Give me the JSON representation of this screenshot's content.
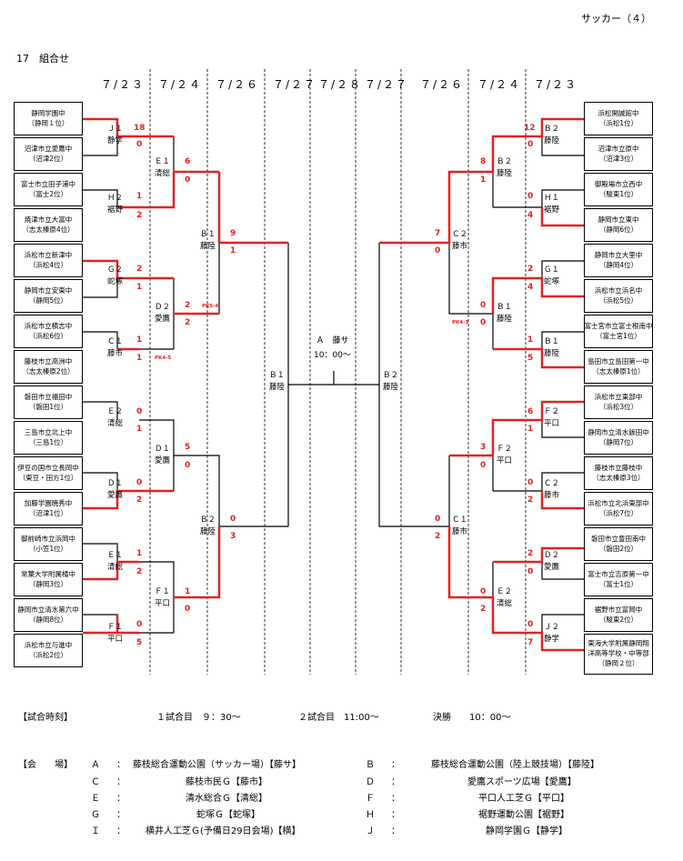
{
  "page": {
    "header_right": "サッカー（４）",
    "section_title": "17　組合せ"
  },
  "dates": [
    "７/２３",
    "７/２４",
    "７/２６",
    "７/２７",
    "７/２８",
    "７/２７",
    "７/２６",
    "７/２４",
    "７/２３"
  ],
  "left_teams": [
    {
      "name": "静岡学園中",
      "sub": "（静岡１位）"
    },
    {
      "name": "沼津市立愛鷹中",
      "sub": "（沼津2位）"
    },
    {
      "name": "富士市立田子浦中",
      "sub": "（富士2位）"
    },
    {
      "name": "焼津市立大富中",
      "sub": "（志太榛原4位）"
    },
    {
      "name": "浜松市立新津中",
      "sub": "（浜松4位）"
    },
    {
      "name": "静岡市立安東中",
      "sub": "（静岡5位）"
    },
    {
      "name": "浜松市立積志中",
      "sub": "（浜松6位）"
    },
    {
      "name": "藤枝市立高洲中",
      "sub": "（志太榛原2位）"
    },
    {
      "name": "磐田市立福田中",
      "sub": "（磐田1位）"
    },
    {
      "name": "三島市立北上中",
      "sub": "（三島1位）"
    },
    {
      "name": "伊豆の国市立長岡中",
      "sub": "（東豆・田方1位）"
    },
    {
      "name": "加藤学園暁秀中",
      "sub": "（沼津1位）"
    },
    {
      "name": "御前崎市立浜岡中",
      "sub": "（小笠1位）"
    },
    {
      "name": "常葉大学附属橘中",
      "sub": "（静岡3位）"
    },
    {
      "name": "静岡市立清水第六中",
      "sub": "（静岡8位）"
    },
    {
      "name": "浜松市立与進中",
      "sub": "（浜松2位）"
    }
  ],
  "right_teams": [
    {
      "name": "浜松開誠館中",
      "sub": "（浜松1位）",
      "extra": ""
    },
    {
      "name": "沼津市立原中",
      "sub": "（沼津3位）",
      "extra": ""
    },
    {
      "name": "御殿場市立西中",
      "sub": "（駿東1位）",
      "extra": ""
    },
    {
      "name": "静岡市立東中",
      "sub": "（静岡6位）",
      "extra": ""
    },
    {
      "name": "静岡市立大里中",
      "sub": "（静岡4位）",
      "extra": ""
    },
    {
      "name": "浜松市立浜名中",
      "sub": "（浜松5位）",
      "extra": ""
    },
    {
      "name": "富士宮市立富士根南中",
      "sub": "（富士宮1位）",
      "extra": ""
    },
    {
      "name": "島田市立島田第一中",
      "sub": "（志太榛原1位）",
      "extra": ""
    },
    {
      "name": "浜松市立東部中",
      "sub": "（浜松3位）",
      "extra": ""
    },
    {
      "name": "静岡市立清水飯田中",
      "sub": "（静岡7位）",
      "extra": ""
    },
    {
      "name": "藤枝市立藤枝中",
      "sub": "（志太榛原3位）",
      "extra": ""
    },
    {
      "name": "浜松市立北浜東部中",
      "sub": "（浜松7位）",
      "extra": ""
    },
    {
      "name": "磐田市立豊田南中",
      "sub": "（磐田2位）",
      "extra": ""
    },
    {
      "name": "富士市立吉原第一中",
      "sub": "（富士1位）",
      "extra": ""
    },
    {
      "name": "裾野市立富岡中",
      "sub": "（駿東2位）",
      "extra": ""
    },
    {
      "name": "東海大学附属静岡翔",
      "sub": "洋高等学校・中等部",
      "extra": "（静岡２位）"
    }
  ],
  "r1_left": [
    {
      "code": "Ｊ１",
      "venue": "静学",
      "s1": "18",
      "s2": "0"
    },
    {
      "code": "Ｈ２",
      "venue": "裾野",
      "s1": "1",
      "s2": "2"
    },
    {
      "code": "Ｇ２",
      "venue": "蛇塚",
      "s1": "2",
      "s2": "1"
    },
    {
      "code": "Ｃ１",
      "venue": "藤市",
      "s1": "1",
      "s2": "1"
    },
    {
      "code": "Ｅ２",
      "venue": "清総",
      "s1": "0",
      "s2": "1"
    },
    {
      "code": "Ｄ１",
      "venue": "愛鷹",
      "s1": "0",
      "s2": "2"
    },
    {
      "code": "Ｅ１",
      "venue": "清総",
      "s1": "1",
      "s2": "2"
    },
    {
      "code": "Ｆ１",
      "venue": "平口",
      "s1": "0",
      "s2": "5"
    }
  ],
  "r1_right": [
    {
      "code": "Ｂ２",
      "venue": "藤陸",
      "s1": "12",
      "s2": "0"
    },
    {
      "code": "Ｈ１",
      "venue": "裾野",
      "s1": "0",
      "s2": "4"
    },
    {
      "code": "Ｇ１",
      "venue": "蛇塚",
      "s1": "2",
      "s2": "4"
    },
    {
      "code": "Ｂ１",
      "venue": "藤陸",
      "s1": "1",
      "s2": "5"
    },
    {
      "code": "Ｆ２",
      "venue": "平口",
      "s1": "6",
      "s2": "1"
    },
    {
      "code": "Ｃ２",
      "venue": "藤市",
      "s1": "0",
      "s2": "2"
    },
    {
      "code": "Ｄ２",
      "venue": "愛鷹",
      "s1": "2",
      "s2": "0"
    },
    {
      "code": "Ｊ２",
      "venue": "静学",
      "s1": "0",
      "s2": "7"
    }
  ],
  "r2_left": [
    {
      "code": "Ｅ１",
      "venue": "清総",
      "s1": "6",
      "s2": "0"
    },
    {
      "code": "Ｄ２",
      "venue": "愛鷹",
      "s1": "2",
      "s2": "2"
    },
    {
      "code": "Ｄ１",
      "venue": "愛鷹",
      "s1": "5",
      "s2": "0"
    },
    {
      "code": "Ｆ１",
      "venue": "平口",
      "s1": "1",
      "s2": "0"
    }
  ],
  "r2_right": [
    {
      "code": "Ｂ２",
      "venue": "藤陸",
      "s1": "8",
      "s2": "1"
    },
    {
      "code": "Ｂ１",
      "venue": "藤陸",
      "s1": "0",
      "s2": "0"
    },
    {
      "code": "Ｆ２",
      "venue": "平口",
      "s1": "3",
      "s2": "0"
    },
    {
      "code": "Ｅ２",
      "venue": "清総",
      "s1": "0",
      "s2": "2"
    }
  ],
  "qf_left": [
    {
      "code": "Ｂ１",
      "venue": "藤陸",
      "s1": "9",
      "s2": "1"
    },
    {
      "code": "Ｂ２",
      "venue": "藤陸",
      "s1": "0",
      "s2": "3"
    }
  ],
  "qf_right": [
    {
      "code": "Ｃ２",
      "venue": "藤市",
      "s1": "7",
      "s2": "0"
    },
    {
      "code": "Ｃ１",
      "venue": "藤市",
      "s1": "0",
      "s2": "2"
    }
  ],
  "sf": {
    "left": {
      "code": "Ｂ１",
      "venue": "藤陸"
    },
    "right": {
      "code": "Ｂ２",
      "venue": "藤陸"
    }
  },
  "final": {
    "venue": "Ａ　藤サ",
    "time": "10：00～"
  },
  "pk": {
    "left_r1": "PK4-5",
    "left_r2": "PK5-4",
    "right_r2": "PK4-3"
  },
  "schedule": {
    "label": "【試合時刻】",
    "g1": "１試合目　９：30～",
    "g2": "２試合目　11:00～",
    "fin": "決勝　　10：00～"
  },
  "venues": {
    "label": "【会　　場】",
    "left": [
      {
        "key": "Ａ",
        "colon": "：",
        "name": "藤枝総合運動公園（サッカー場）【藤サ】"
      },
      {
        "key": "Ｃ",
        "colon": "：",
        "name": "藤枝市民Ｇ【藤市】"
      },
      {
        "key": "Ｅ",
        "colon": "：",
        "name": "清水総合Ｇ【清総】"
      },
      {
        "key": "Ｇ",
        "colon": "：",
        "name": "蛇塚Ｇ【蛇塚】"
      },
      {
        "key": "Ｉ",
        "colon": "：",
        "name": "横井人工芝Ｇ(予備日29日会場)【横】"
      }
    ],
    "right": [
      {
        "key": "Ｂ",
        "colon": "：",
        "name": "藤枝総合運動公園（陸上競技場）【藤陸】"
      },
      {
        "key": "Ｄ",
        "colon": "：",
        "name": "愛鷹スポーツ広場【愛鷹】"
      },
      {
        "key": "Ｆ",
        "colon": "：",
        "name": "平口人工芝Ｇ【平口】"
      },
      {
        "key": "Ｈ",
        "colon": "：",
        "name": "裾野運動公園【裾野】"
      },
      {
        "key": "Ｊ",
        "colon": "：",
        "name": "静岡学園Ｇ【静学】"
      }
    ]
  },
  "colors": {
    "winner_line": "#e32222",
    "line": "#000000",
    "score": "#e32222"
  }
}
